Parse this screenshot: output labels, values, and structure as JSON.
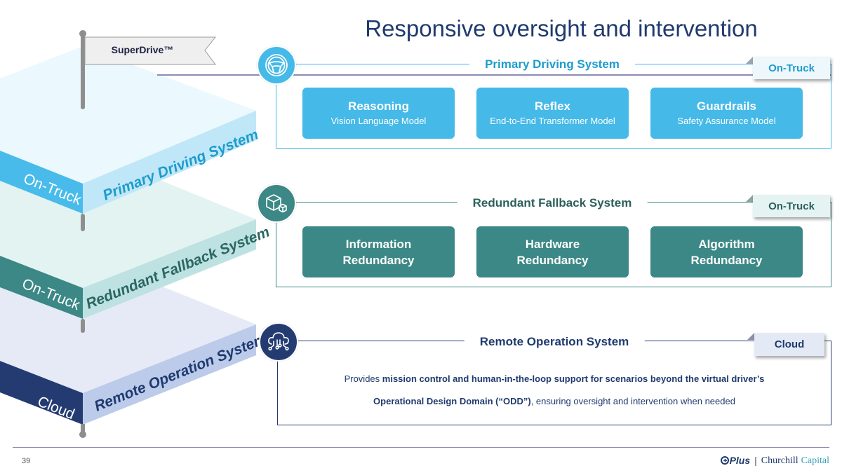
{
  "title": "Responsive oversight and intervention",
  "flag": {
    "label": "SuperDrive™"
  },
  "colors": {
    "primary_accent": "#45b9e8",
    "primary_text": "#1d9ccd",
    "fallback_accent": "#3b8886",
    "fallback_text": "#2b5f5c",
    "remote_accent": "#243b72",
    "remote_text": "#1f3a6e",
    "title": "#1f3a6e"
  },
  "stack": {
    "layers": [
      {
        "side_label": "On-Truck",
        "face_label": "Primary Driving System"
      },
      {
        "side_label": "On-Truck",
        "face_label": "Redundant Fallback System"
      },
      {
        "side_label": "Cloud",
        "face_label": "Remote Operation System"
      }
    ]
  },
  "systems": [
    {
      "title": "Primary Driving System",
      "icon": "steering-wheel-icon",
      "tag": "On-Truck",
      "cards": [
        {
          "title": "Reasoning",
          "subtitle": "Vision Language Model"
        },
        {
          "title": "Reflex",
          "subtitle": "End-to-End Transformer Model"
        },
        {
          "title": "Guardrails",
          "subtitle": "Safety Assurance Model"
        }
      ]
    },
    {
      "title": "Redundant Fallback System",
      "icon": "cubes-icon",
      "tag": "On-Truck",
      "cards": [
        {
          "title_line1": "Information",
          "title_line2": "Redundancy"
        },
        {
          "title_line1": "Hardware",
          "title_line2": "Redundancy"
        },
        {
          "title_line1": "Algorithm",
          "title_line2": "Redundancy"
        }
      ]
    },
    {
      "title": "Remote Operation System",
      "icon": "cloud-network-icon",
      "tag": "Cloud",
      "description": {
        "line1_prefix": "Provides ",
        "line1_bold": "mission control and human-in-the-loop support for scenarios beyond the virtual driver’s",
        "line2_bold": "Operational Design Domain (“ODD”)",
        "line2_suffix": ", ensuring oversight and intervention when needed"
      }
    }
  ],
  "footer": {
    "page_number": "39",
    "brand_plus": "Plus",
    "brand_separator": "|",
    "brand_churchill": "Churchill",
    "brand_capital": "Capital"
  }
}
